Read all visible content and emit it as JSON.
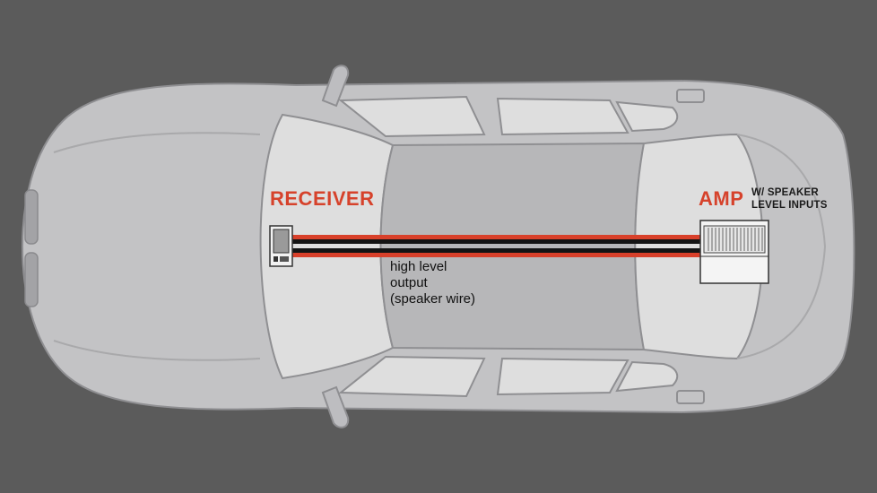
{
  "colors": {
    "background": "#5b5b5b",
    "car_body": "#c3c3c5",
    "glass": "#dedede",
    "roof": "#b7b7b9",
    "outline": "#8f8f92",
    "accent": "#d6422b",
    "wire_red": "#d8402a",
    "wire_black": "#141414",
    "text_dark": "#1a1a1a"
  },
  "labels": {
    "receiver": "RECEIVER",
    "amp": "AMP",
    "amp_sub_line1": "W/ SPEAKER",
    "amp_sub_line2": "LEVEL INPUTS",
    "wire_line1": "high level",
    "wire_line2": "output",
    "wire_line3": "(speaker wire)"
  },
  "icons": {
    "receiver": "head-unit-icon",
    "amp": "amplifier-icon"
  }
}
